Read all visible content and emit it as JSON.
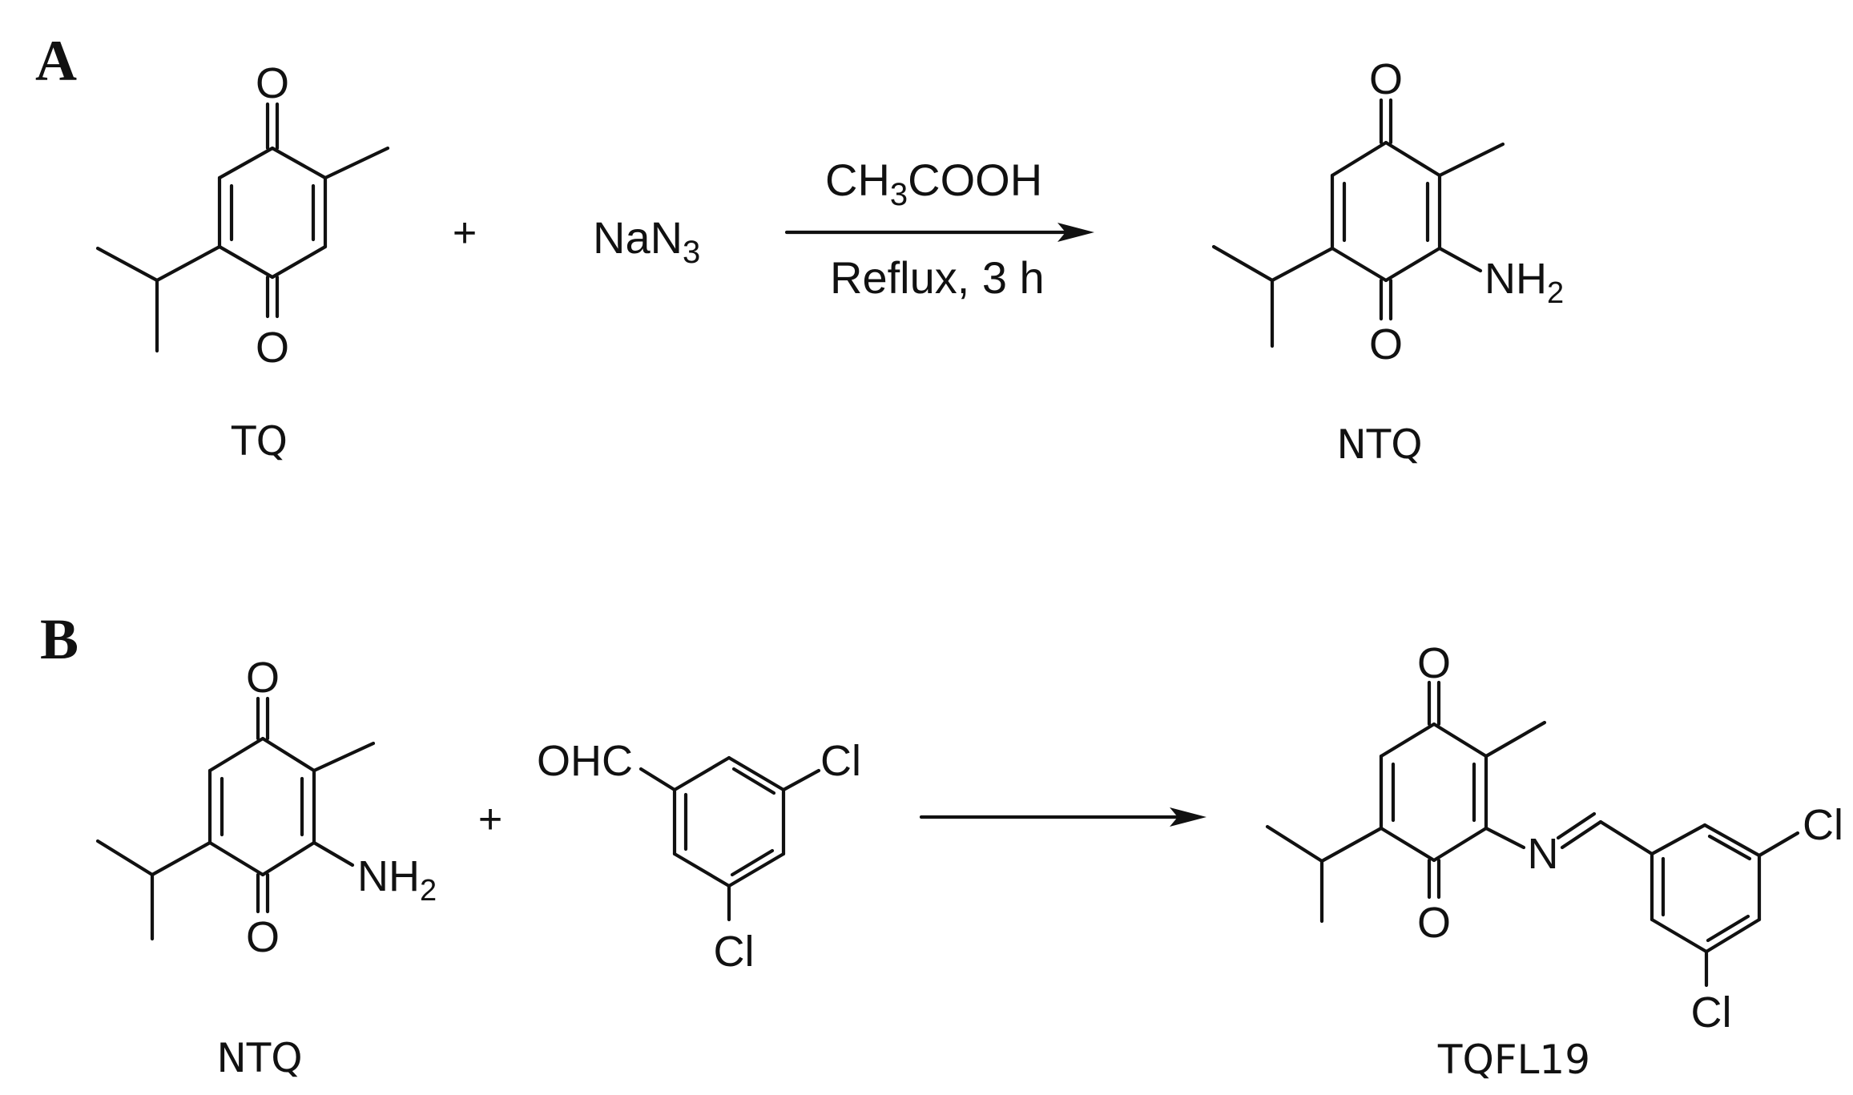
{
  "panels": [
    {
      "label": "A",
      "plus": "+",
      "reactant1": {
        "name": "TQ",
        "atoms": {
          "o_top": "O",
          "o_bottom": "O"
        }
      },
      "reactant2": {
        "formula_main": "NaN",
        "formula_sub": "3"
      },
      "conditions": {
        "above_pre": "CH",
        "above_sub": "3",
        "above_post": "COOH",
        "below": "Reflux, 3 h"
      },
      "product": {
        "name": "NTQ",
        "atoms": {
          "o_top": "O",
          "o_bottom": "O",
          "amine_main": "NH",
          "amine_sub": "2"
        }
      }
    },
    {
      "label": "B",
      "plus": "+",
      "reactant1": {
        "name": "NTQ",
        "atoms": {
          "o_top": "O",
          "o_bottom": "O",
          "amine_main": "NH",
          "amine_sub": "2"
        }
      },
      "reactant2": {
        "atoms": {
          "aldehyde": "OHC",
          "cl_right": "Cl",
          "cl_bottom": "Cl"
        }
      },
      "product": {
        "name": "TQFL19",
        "atoms": {
          "o_top": "O",
          "o_bottom": "O",
          "imine_n": "N",
          "cl_right": "Cl",
          "cl_bottom": "Cl"
        }
      }
    }
  ]
}
